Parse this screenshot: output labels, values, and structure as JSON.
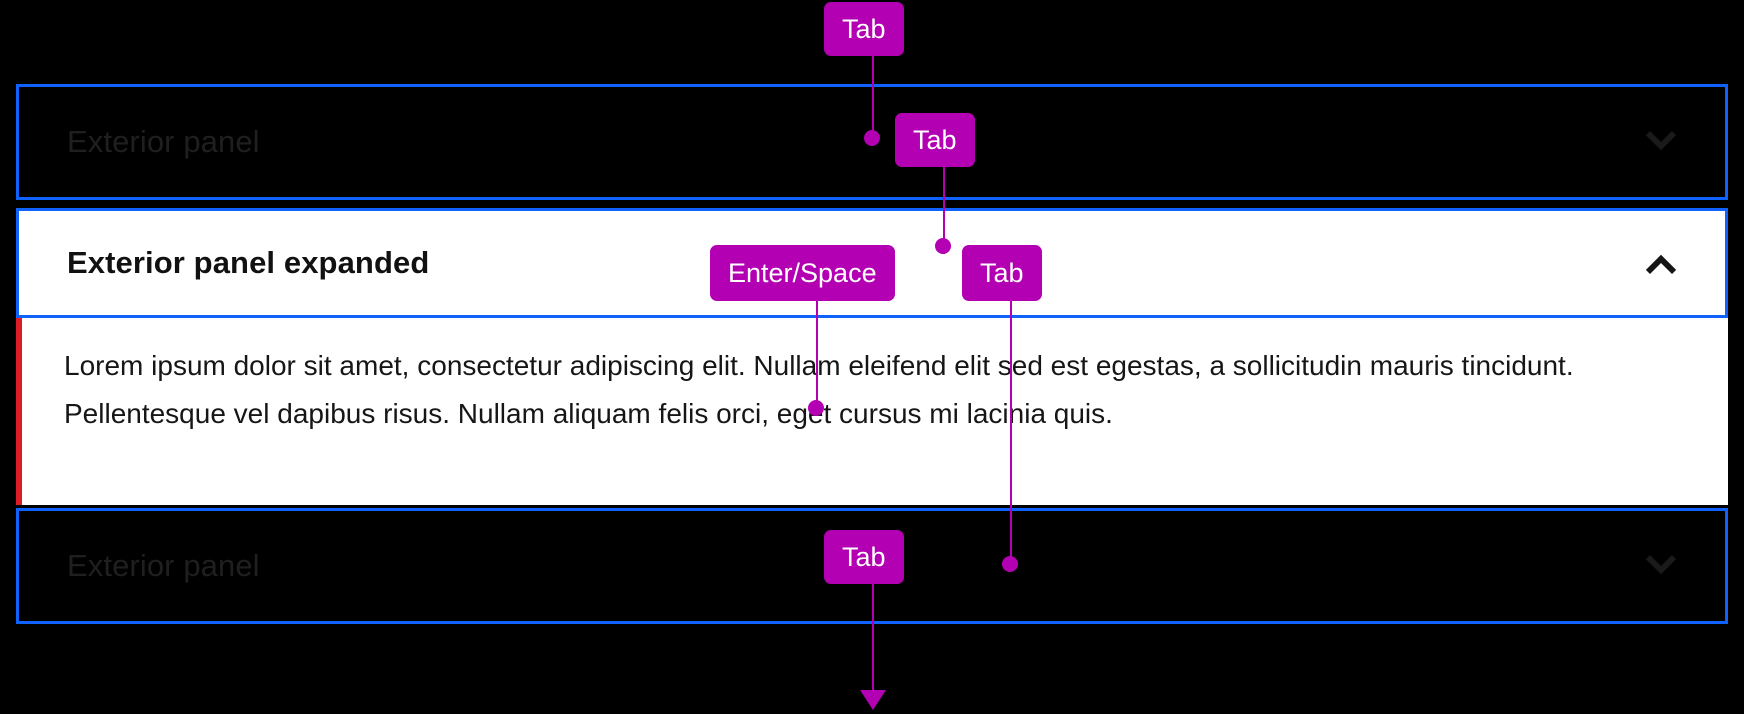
{
  "background_color": "#000000",
  "accent": {
    "focus_outline": "#0f62fe",
    "hint_badge": "#b300b3",
    "content_marker": "#da1e28",
    "panel_surface_expanded": "#ffffff",
    "panel_surface_collapsed": "#000000"
  },
  "panels": [
    {
      "id": "panel-top",
      "title": "Exterior panel",
      "state": "collapsed",
      "chevron_icon": "chevron-down-icon"
    },
    {
      "id": "panel-expanded",
      "title": "Exterior panel expanded",
      "state": "expanded",
      "chevron_icon": "chevron-up-icon",
      "body": "Lorem ipsum dolor sit amet, consectetur adipiscing elit. Nullam eleifend elit sed est egestas, a sollicitudin mauris tincidunt. Pellentesque vel dapibus risus. Nullam aliquam felis orci, eget cursus mi lacinia quis."
    },
    {
      "id": "panel-bottom",
      "title": "Exterior panel",
      "state": "collapsed",
      "chevron_icon": "chevron-down-icon"
    }
  ],
  "hints": [
    {
      "id": "hint-tab-1",
      "label": "Tab"
    },
    {
      "id": "hint-tab-2",
      "label": "Tab"
    },
    {
      "id": "hint-enter-space",
      "label": "Enter/Space"
    },
    {
      "id": "hint-tab-3",
      "label": "Tab"
    },
    {
      "id": "hint-tab-4",
      "label": "Tab"
    }
  ]
}
